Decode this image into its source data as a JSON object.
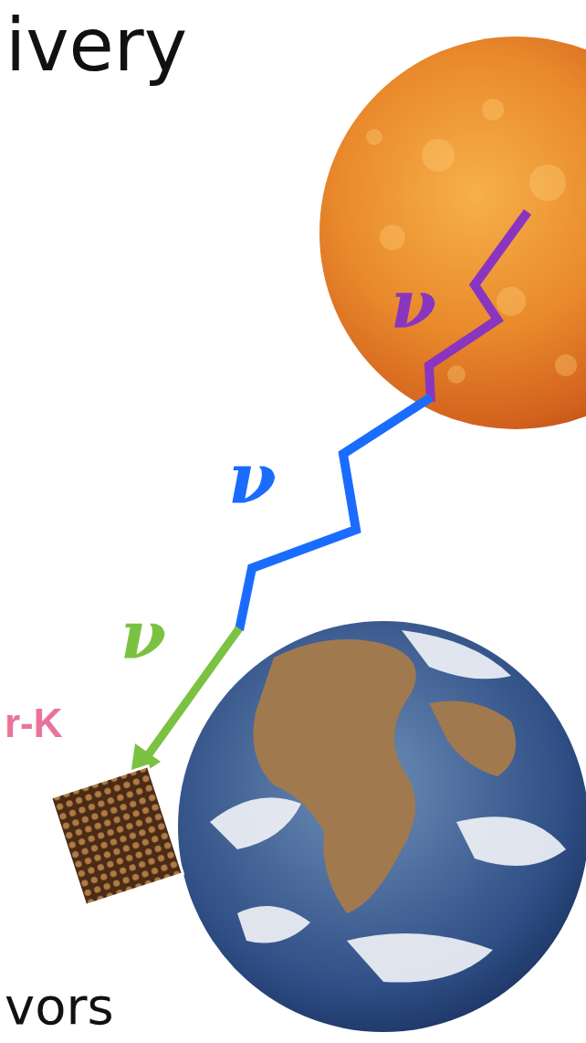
{
  "diagram": {
    "title": "ivery",
    "labels": [
      "ν",
      "ν",
      "ν",
      "r-K",
      "vors"
    ]
  }
}
